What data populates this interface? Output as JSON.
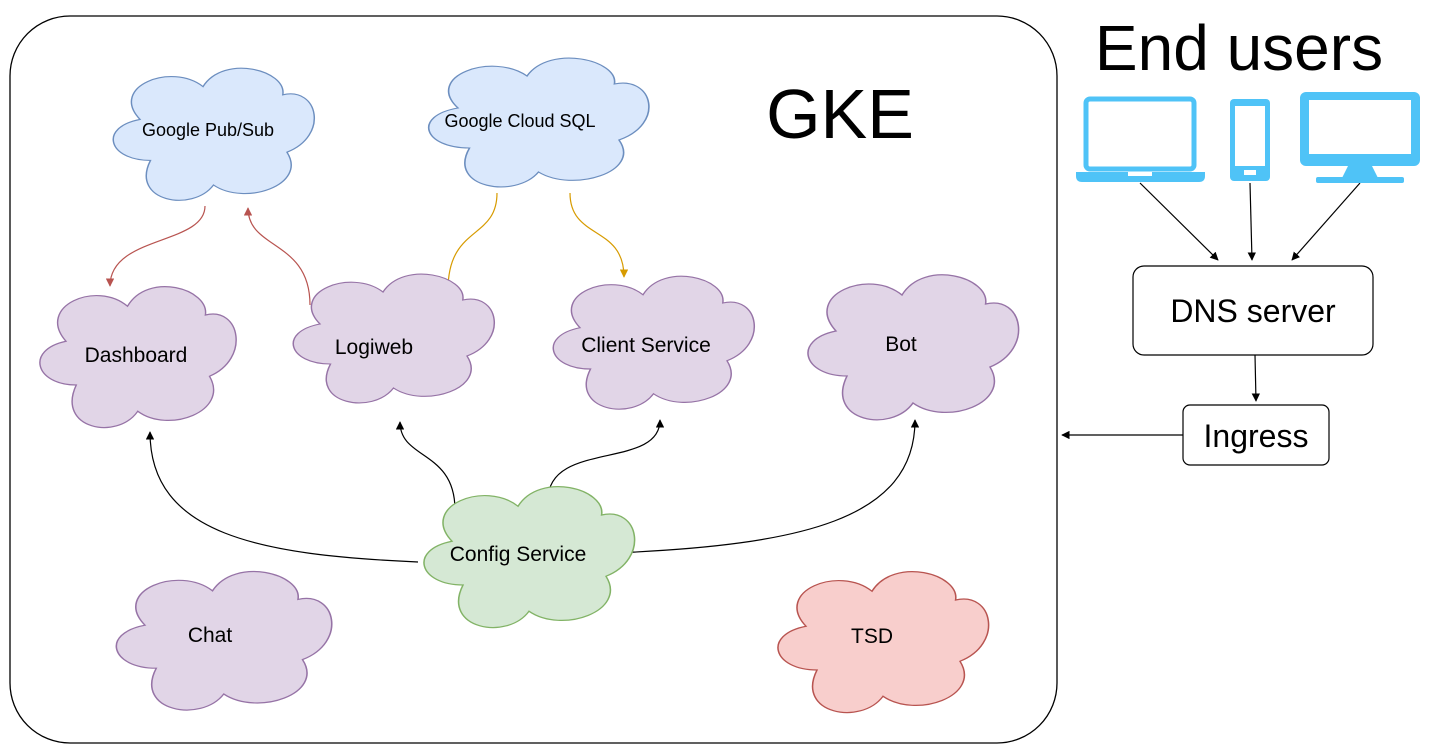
{
  "gke_label": "GKE",
  "end_users_label": "End users",
  "clouds": {
    "pubsub": "Google Pub/Sub",
    "cloudsql": "Google Cloud SQL",
    "dashboard": "Dashboard",
    "logiweb": "Logiweb",
    "client_service": "Client Service",
    "bot": "Bot",
    "config_service": "Config Service",
    "chat": "Chat",
    "tsd": "TSD"
  },
  "boxes": {
    "dns_server": "DNS server",
    "ingress": "Ingress"
  },
  "devices": [
    "laptop-icon",
    "phone-icon",
    "monitor-icon"
  ],
  "colors": {
    "gcp_fill": "#dae8fc",
    "gcp_stroke": "#6c8ebf",
    "service_fill": "#e1d5e7",
    "service_stroke": "#9673a6",
    "config_fill": "#d5e8d4",
    "config_stroke": "#82b366",
    "tsd_fill": "#f8cecc",
    "tsd_stroke": "#b85450",
    "pubsub_edge": "#b85450",
    "sql_edge": "#d79b00",
    "device": "#4fc3f7"
  }
}
